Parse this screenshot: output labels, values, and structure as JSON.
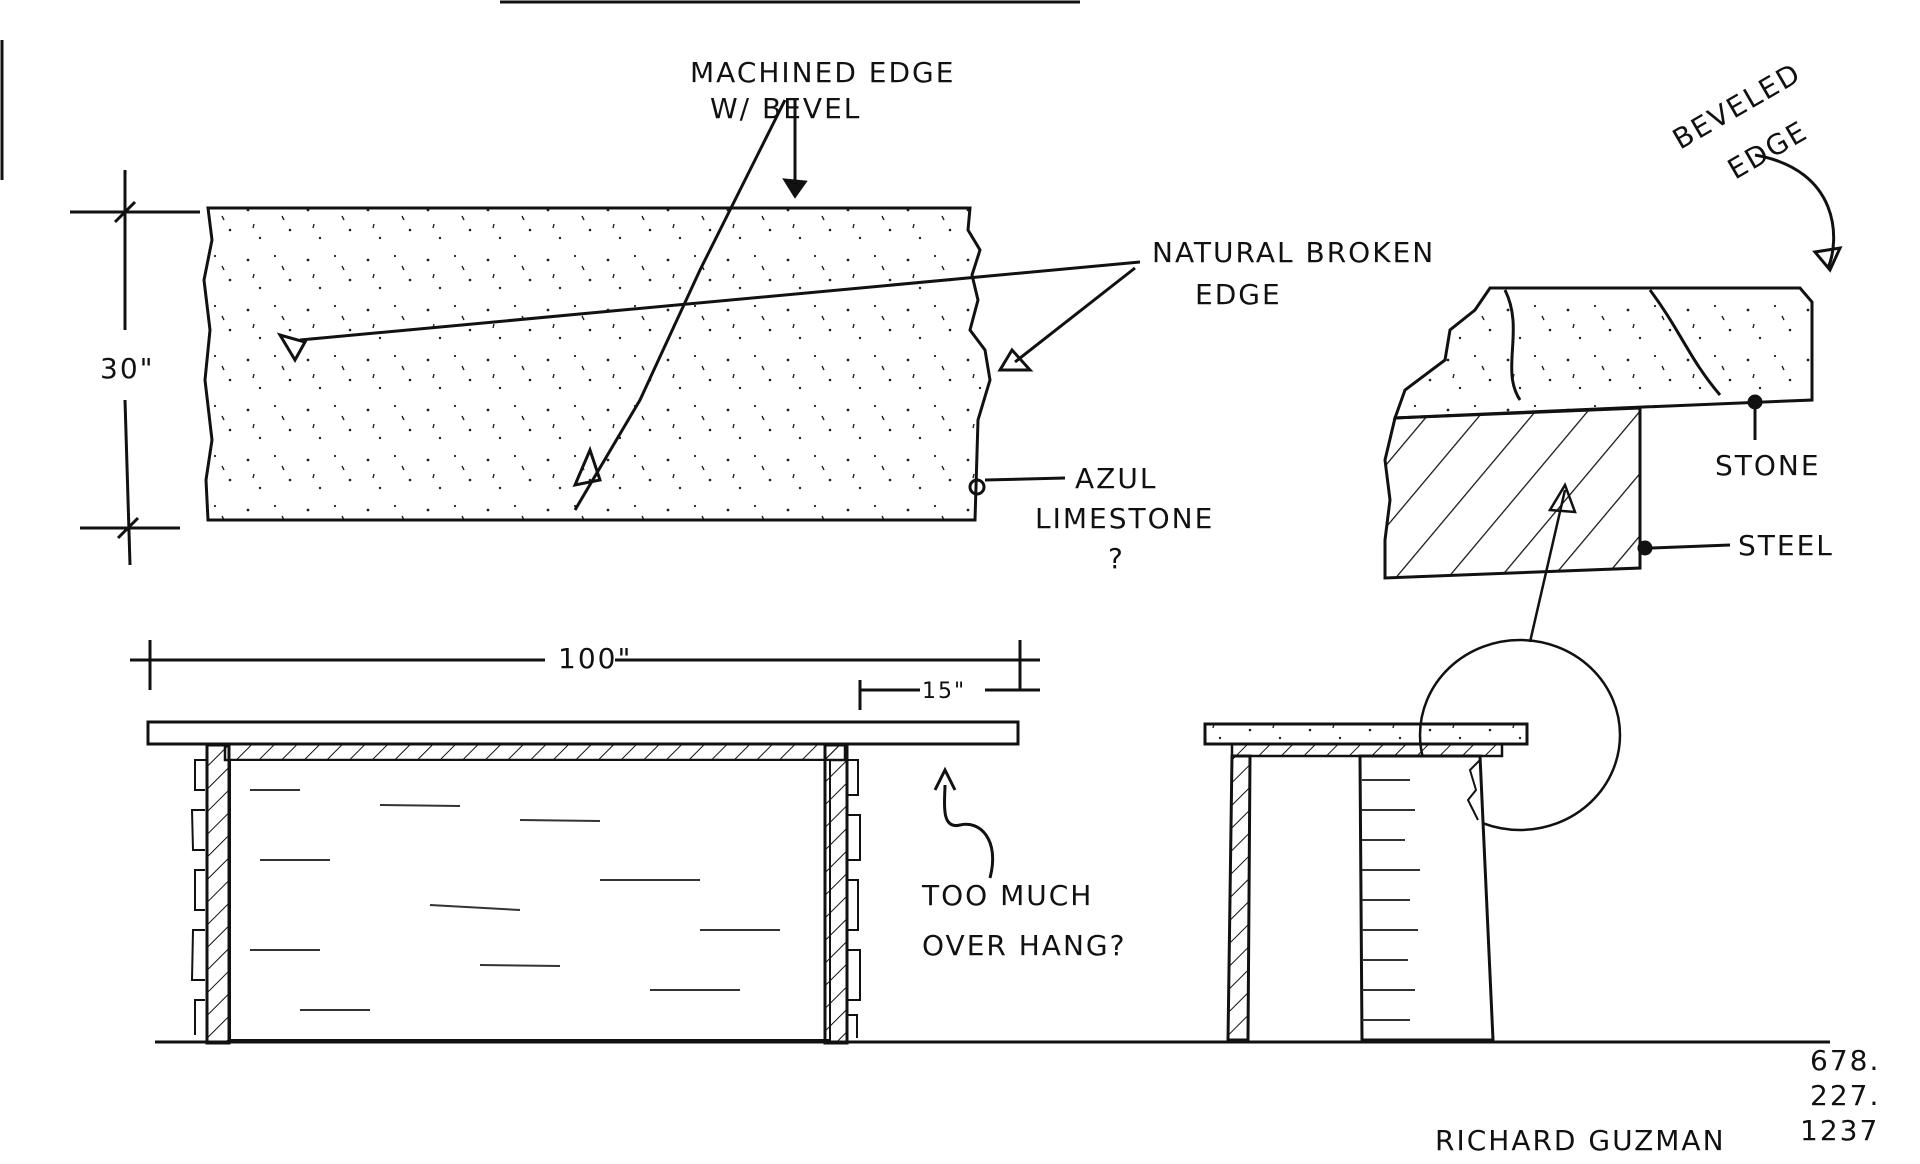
{
  "annotations": {
    "machined_edge_line1": "MACHINED EDGE",
    "machined_edge_line2": "W/ BEVEL",
    "natural_broken_line1": "NATURAL BROKEN",
    "natural_broken_line2": "EDGE",
    "height_dim": "30\"",
    "azul_line1": "AZUL",
    "azul_line2": "LIMESTONE",
    "azul_line3": "?",
    "beveled_line1": "BEVELED",
    "beveled_line2": "EDGE",
    "stone": "STONE",
    "steel": "STEEL",
    "length_dim": "100\"",
    "overhang_dim": "15\"",
    "overhang_line1": "TOO MUCH",
    "overhang_line2": "OVER HANG?",
    "phone_line1": "678.",
    "phone_line2": "227.",
    "phone_line3": "1237",
    "signature": "RICHARD GUZMAN"
  }
}
